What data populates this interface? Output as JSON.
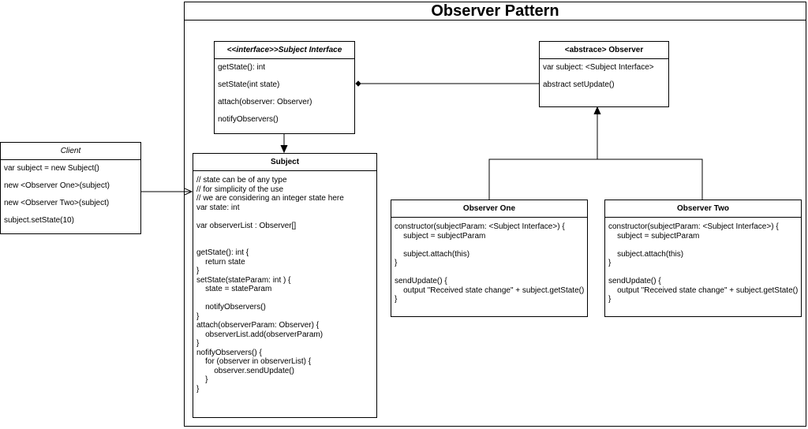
{
  "frame": {
    "title": "Observer Pattern"
  },
  "client": {
    "title": "Client",
    "items": [
      "var subject = new Subject()",
      "new <Observer One>(subject)",
      "new <Observer Two>(subject)",
      "subject.setState(10)"
    ]
  },
  "subject_interface": {
    "stereotype": "<<interface>>",
    "title": "Subject Interface",
    "items": [
      "getState(): int",
      "setState(int state)",
      "attach(observer: Observer)",
      "notifyObservers()"
    ]
  },
  "subject": {
    "title": "Subject",
    "lines": [
      "// state can be of any type",
      "// for simplicity of the use",
      "// we are considering an integer state here",
      "var state: int",
      "",
      "var observerList : Observer[]",
      "",
      "",
      "getState(): int {",
      "    return state",
      "}",
      "setState(stateParam: int ) {",
      "    state = stateParam",
      "",
      "    notifyObservers()",
      "}",
      "attach(observerParam: Observer) {",
      "    observerList.add(observerParam)",
      "}",
      "nofifyObservers() {",
      "    for (observer in observerList) {",
      "        observer.sendUpdate()",
      "    }",
      "}"
    ]
  },
  "observer": {
    "title": "<abstrace> Observer",
    "items": [
      "var subject: <Subject Interface>",
      "abstract setUpdate()"
    ]
  },
  "observer_one": {
    "title": "Observer One",
    "lines": [
      "constructor(subjectParam: <Subject Interface>) {",
      "    subject = subjectParam",
      "",
      "    subject.attach(this)",
      "}",
      "",
      "sendUpdate() {",
      "    output \"Received state change\" + subject.getState()",
      "}"
    ]
  },
  "observer_two": {
    "title": "Observer Two",
    "lines": [
      "constructor(subjectParam: <Subject Interface>) {",
      "    subject = subjectParam",
      "",
      "    subject.attach(this)",
      "}",
      "",
      "sendUpdate() {",
      "    output \"Received state change\" + subject.getState()",
      "}"
    ]
  }
}
